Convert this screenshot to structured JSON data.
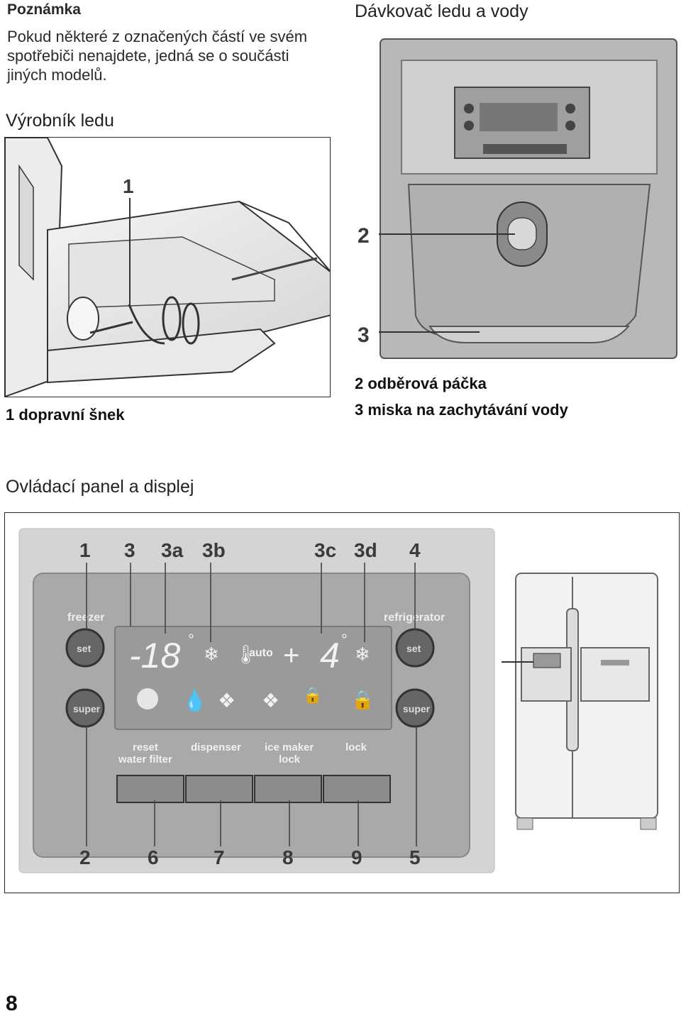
{
  "note": {
    "title": "Poznámka",
    "lines": [
      "Pokud některé z označených částí ve svém",
      "spotřebiči nenajdete, jedná se o součásti",
      "jiných modelů."
    ]
  },
  "ice_maker": {
    "heading": "Výrobník ledu",
    "callout": "1",
    "caption": "1 dopravní šnek"
  },
  "dispenser": {
    "heading": "Dávkovač ledu a vody",
    "callouts": [
      "2",
      "3"
    ],
    "captions": [
      "2 odběrová páčka",
      "3 miska na zachytávání vody"
    ]
  },
  "control_panel": {
    "heading": "Ovládací panel a displej",
    "top_callouts": [
      "1",
      "3",
      "3a",
      "3b",
      "3c",
      "3d",
      "4"
    ],
    "bottom_callouts": [
      "2",
      "6",
      "7",
      "8",
      "9",
      "5"
    ],
    "labels": {
      "freezer": "freezer",
      "refrigerator": "refrigerator",
      "set": "set",
      "super": "super",
      "reset_water_filter": [
        "reset",
        "water filter"
      ],
      "dispenser": "dispenser",
      "ice_maker_lock": [
        "ice maker",
        "lock"
      ],
      "lock": "lock",
      "auto": "auto"
    },
    "display": {
      "freezer_temp": "-18",
      "fridge_temp": "4",
      "degree": "°"
    }
  },
  "page_number": "8",
  "colors": {
    "panel_gray": "#c9c9c9",
    "panel_dark": "#8f8f8f",
    "text": "#111111"
  }
}
